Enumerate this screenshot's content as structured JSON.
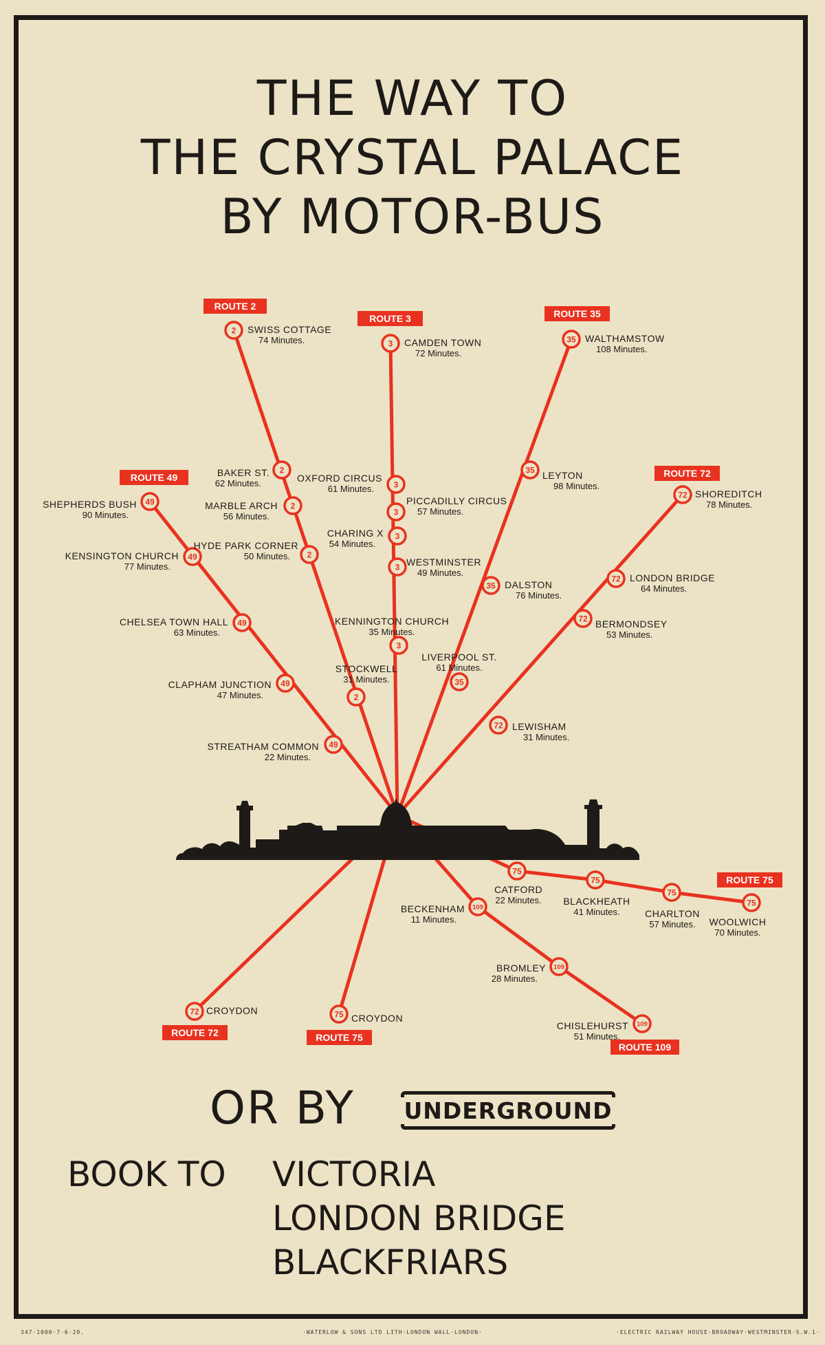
{
  "poster": {
    "title_lines": [
      "THE WAY TO",
      "THE CRYSTAL PALACE",
      "BY MOTOR-BUS"
    ],
    "or_by": "OR BY",
    "underground_logo": "UNDERGROUND",
    "book_prefix": "BOOK TO",
    "book_destinations": [
      "VICTORIA",
      "LONDON BRIDGE",
      "BLACKFRIARS"
    ],
    "imprint_left": "347·1000·7·6·20.",
    "imprint_center": "·WATERLOW & SONS LTD LITH·LONDON WALL·LONDON·",
    "imprint_right": "·ELECTRIC RAILWAY HOUSE·BROADWAY·WESTMINSTER·S.W.1·"
  },
  "colors": {
    "route_red": "#e8321f",
    "ink": "#1d1a17",
    "paper": "#ece3c6"
  },
  "map": {
    "routes": [
      {
        "route_label": "ROUTE 2",
        "stops": [
          {
            "marker": "2",
            "name": "SWISS COTTAGE",
            "minutes": "74 Minutes."
          },
          {
            "marker": "2",
            "name": "BAKER ST.",
            "minutes": "62 Minutes."
          },
          {
            "marker": "2",
            "name": "MARBLE ARCH",
            "minutes": "56 Minutes."
          },
          {
            "marker": "2",
            "name": "HYDE PARK CORNER",
            "minutes": "50 Minutes."
          },
          {
            "marker": "2",
            "name": "STOCKWELL",
            "minutes": "31 Minutes."
          }
        ]
      },
      {
        "route_label": "ROUTE 3",
        "stops": [
          {
            "marker": "3",
            "name": "CAMDEN TOWN",
            "minutes": "72 Minutes."
          },
          {
            "marker": "3",
            "name": "OXFORD CIRCUS",
            "minutes": "61 Minutes."
          },
          {
            "marker": "3",
            "name": "PICCADILLY CIRCUS",
            "minutes": "57 Minutes."
          },
          {
            "marker": "3",
            "name": "CHARING X",
            "minutes": "54 Minutes."
          },
          {
            "marker": "3",
            "name": "WESTMINSTER",
            "minutes": "49 Minutes."
          },
          {
            "marker": "3",
            "name": "KENNINGTON CHURCH",
            "minutes": "35 Minutes."
          }
        ]
      },
      {
        "route_label": "ROUTE 35",
        "stops": [
          {
            "marker": "35",
            "name": "WALTHAMSTOW",
            "minutes": "108 Minutes."
          },
          {
            "marker": "35",
            "name": "LEYTON",
            "minutes": "98 Minutes."
          },
          {
            "marker": "35",
            "name": "DALSTON",
            "minutes": "76 Minutes."
          },
          {
            "marker": "35",
            "name": "LIVERPOOL ST.",
            "minutes": "61 Minutes."
          }
        ]
      },
      {
        "route_label": "ROUTE 49",
        "stops": [
          {
            "marker": "49",
            "name": "SHEPHERDS BUSH",
            "minutes": "90 Minutes."
          },
          {
            "marker": "49",
            "name": "KENSINGTON CHURCH",
            "minutes": "77 Minutes."
          },
          {
            "marker": "49",
            "name": "CHELSEA TOWN HALL",
            "minutes": "63 Minutes."
          },
          {
            "marker": "49",
            "name": "CLAPHAM JUNCTION",
            "minutes": "47 Minutes."
          },
          {
            "marker": "49",
            "name": "STREATHAM COMMON",
            "minutes": "22 Minutes."
          }
        ]
      },
      {
        "route_label": "ROUTE 72",
        "stops": [
          {
            "marker": "72",
            "name": "SHOREDITCH",
            "minutes": "78 Minutes."
          },
          {
            "marker": "72",
            "name": "LONDON BRIDGE",
            "minutes": "64 Minutes."
          },
          {
            "marker": "72",
            "name": "BERMONDSEY",
            "minutes": "53 Minutes."
          },
          {
            "marker": "72",
            "name": "LEWISHAM",
            "minutes": "31 Minutes."
          }
        ]
      },
      {
        "route_label": "ROUTE 72",
        "stops": [
          {
            "marker": "72",
            "name": "CROYDON",
            "minutes": ""
          }
        ]
      },
      {
        "route_label": "ROUTE 75",
        "stops": [
          {
            "marker": "75",
            "name": "CROYDON",
            "minutes": ""
          }
        ]
      },
      {
        "route_label": "ROUTE 75",
        "stops": [
          {
            "marker": "75",
            "name": "CATFORD",
            "minutes": "22 Minutes."
          },
          {
            "marker": "75",
            "name": "BLACKHEATH",
            "minutes": "41 Minutes."
          },
          {
            "marker": "75",
            "name": "CHARLTON",
            "minutes": "57 Minutes."
          },
          {
            "marker": "75",
            "name": "WOOLWICH",
            "minutes": "70 Minutes."
          }
        ]
      },
      {
        "route_label": "ROUTE 109",
        "stops": [
          {
            "marker": "109",
            "name": "BECKENHAM",
            "minutes": "11 Minutes."
          },
          {
            "marker": "109",
            "name": "BROMLEY",
            "minutes": "28 Minutes."
          },
          {
            "marker": "109",
            "name": "CHISLEHURST",
            "minutes": "51 Minutes."
          }
        ]
      }
    ]
  }
}
